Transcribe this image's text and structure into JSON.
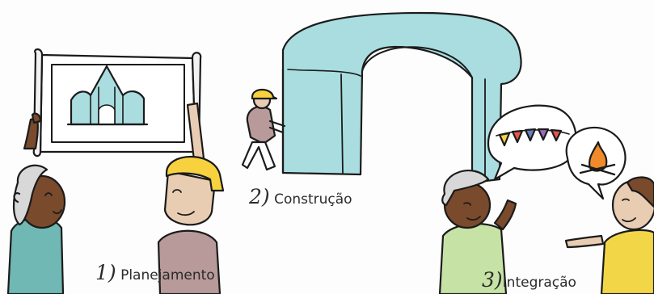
{
  "steps": [
    {
      "number": "1)",
      "label": "Planejamento"
    },
    {
      "number": "2)",
      "label": "Construção"
    },
    {
      "number": "3)",
      "label": "Integração"
    }
  ],
  "colors": {
    "outline": "#1b1b1b",
    "structure": "#a9dde0",
    "structure_shadow": "#8ac9cd",
    "skin_dark": "#7a4a2c",
    "skin_light": "#e9cdb3",
    "hair_gray": "#d8d8d8",
    "hard_hat": "#f7d23e",
    "shirt_teal": "#6fb8b3",
    "shirt_mauve": "#b79a99",
    "shirt_green": "#c6e3a5",
    "shirt_yellow": "#f3d648",
    "flag_red": "#e4574d",
    "flag_blue": "#6a7fc0",
    "flag_purple": "#9b6bb3",
    "fire_orange": "#f08a2a",
    "paper": "#ffffff"
  },
  "icons": [
    "blueprint-icon",
    "bunting-icon",
    "campfire-icon",
    "hard-hat-icon"
  ]
}
